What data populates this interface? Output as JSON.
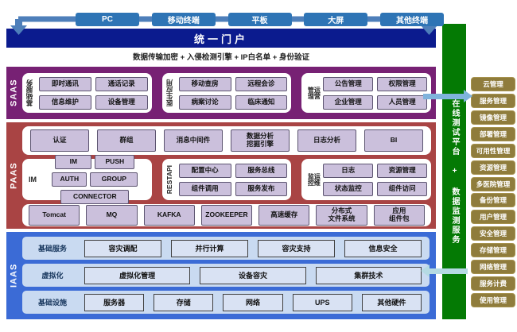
{
  "terminals": [
    "PC",
    "移动终端",
    "平板",
    "大屏",
    "其他终端"
  ],
  "portal": {
    "title": "统一门户",
    "security_line": "数据传输加密 + 入侵检测引擎 + IP白名单 + 身份验证"
  },
  "saas": {
    "label": "SAAS",
    "groups": [
      {
        "label": "基础服务",
        "items": [
          "即时通讯",
          "通话记录",
          "信息维护",
          "设备管理"
        ]
      },
      {
        "label": "医生应用",
        "items": [
          "移动查房",
          "远程会诊",
          "病案讨论",
          "临床通知"
        ]
      },
      {
        "label": "运营管理",
        "items": [
          "公告管理",
          "权限管理",
          "企业管理",
          "人员管理"
        ]
      }
    ]
  },
  "paas": {
    "label": "PAAS",
    "row1": [
      "认证",
      "群组",
      "消息中间件",
      "数据分析\n挖掘引擎",
      "日志分析",
      "BI"
    ],
    "groups": [
      {
        "label": "IM",
        "items": [
          "IM",
          "PUSH",
          "AUTH",
          "GROUP",
          "CONNECTOR"
        ]
      },
      {
        "label": "RESTAPI",
        "items": [
          "配置中心",
          "服务总线",
          "组件调用",
          "服务发布"
        ]
      },
      {
        "label": "运维监控",
        "items": [
          "日志",
          "资源管理",
          "状态监控",
          "组件访问"
        ]
      }
    ],
    "row3": [
      "Tomcat",
      "MQ",
      "KAFKA",
      "ZOOKEEPER",
      "高速缓存",
      "分布式\n文件系统",
      "应用\n组件包"
    ]
  },
  "iaas": {
    "label": "IAAS",
    "rows": [
      {
        "label": "基础服务",
        "items": [
          "容灾调配",
          "并行计算",
          "容灾支持",
          "信息安全"
        ]
      },
      {
        "label": "虚拟化",
        "items": [
          "虚拟化管理",
          "设备容灾",
          "集群技术"
        ]
      },
      {
        "label": "基础设施",
        "items": [
          "服务器",
          "存储",
          "网络",
          "UPS",
          "其他硬件"
        ]
      }
    ]
  },
  "sidebar": {
    "bar_label": "在线测试平台 + 数据监测服务",
    "buttons": [
      "云管理",
      "服务管理",
      "镜像管理",
      "部署管理",
      "可用性管理",
      "资源管理",
      "多医院管理",
      "备份管理",
      "用户管理",
      "安全管理",
      "存储管理",
      "网络管理",
      "服务计费",
      "使用管理"
    ]
  },
  "colors": {
    "terminal_blue": "#2e74b5",
    "banner_navy": "#0b1b8e",
    "saas_purple": "#772174",
    "paas_red": "#a94444",
    "iaas_blue": "#3b6bd6",
    "sidebar_green": "#047a04",
    "button_olive": "#8f7c3c",
    "arrow_blue": "#7fb3dc",
    "arrow_pale": "#b5dae3"
  }
}
